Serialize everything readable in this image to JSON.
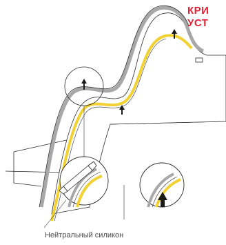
{
  "title": {
    "line1": "КРИ",
    "line2": "УСТ",
    "color": "#e22134"
  },
  "callout_label": "Нейтральный силикон",
  "colors": {
    "stroke": "#2b2b2b",
    "strip_gray": "#a8a8a8",
    "strip_yellow": "#f2d232"
  },
  "icons": [
    "up-arrow-icon",
    "magnifier-circle",
    "silicone-tube-icon"
  ]
}
